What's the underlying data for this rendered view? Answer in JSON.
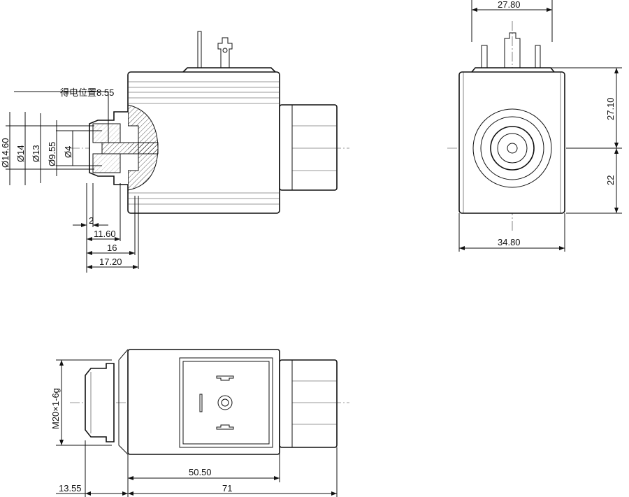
{
  "drawing": {
    "side_view": {
      "energized_position_label": "得电位置8.55",
      "diameters": [
        "Ø14.60",
        "Ø14",
        "Ø13",
        "Ø9.55",
        "Ø4"
      ],
      "lengths": [
        "2",
        "11.60",
        "16",
        "17.20"
      ]
    },
    "end_view": {
      "width_top": "27.80",
      "height_upper": "27.10",
      "height_lower": "22",
      "width_bottom": "34.80"
    },
    "top_view": {
      "thread": "M20×1-6g",
      "body_length": "50.50",
      "nozzle_length": "13.55",
      "total_length": "71"
    }
  }
}
